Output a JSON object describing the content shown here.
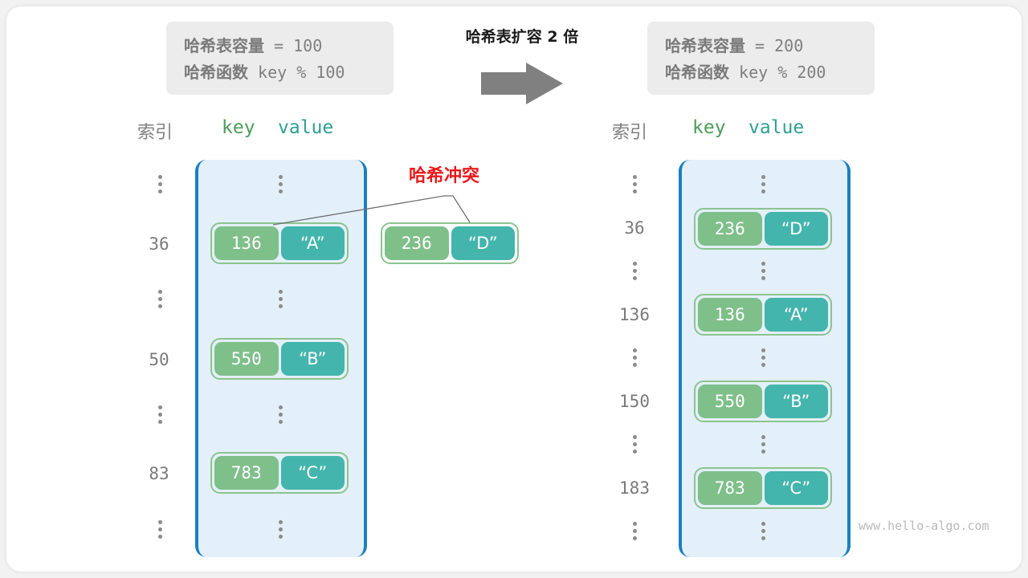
{
  "title": "哈希表扩容 2 倍",
  "arrow_icon": "right-arrow-icon",
  "colors": {
    "key_box": "#7fbf8a",
    "value_box": "#43b5ad",
    "pair_border": "#8bc48f",
    "table_bracket": "#1c7fc0",
    "table_fill": "#e3f0fa",
    "collision_red": "#e8191b",
    "infobox_bg": "#ececec",
    "index_text": "#7a7a7a",
    "key_header": "#4c9c59",
    "value_header": "#2f9e94"
  },
  "left": {
    "info": {
      "line1_label": "哈希表容量",
      "line1_value": " = 100",
      "line2_label": "哈希函数",
      "line2_value": " key % 100"
    },
    "header": {
      "index": "索引",
      "key": "key",
      "value": "value"
    },
    "rows": [
      {
        "kind": "dots",
        "index": ""
      },
      {
        "kind": "pair",
        "index": "36",
        "key": "136",
        "value": "“A”"
      },
      {
        "kind": "dots",
        "index": ""
      },
      {
        "kind": "pair",
        "index": "50",
        "key": "550",
        "value": "“B”"
      },
      {
        "kind": "dots",
        "index": ""
      },
      {
        "kind": "pair",
        "index": "83",
        "key": "783",
        "value": "“C”"
      },
      {
        "kind": "dots",
        "index": ""
      }
    ]
  },
  "right": {
    "info": {
      "line1_label": "哈希表容量",
      "line1_value": " = 200",
      "line2_label": "哈希函数",
      "line2_value": " key % 200"
    },
    "header": {
      "index": "索引",
      "key": "key",
      "value": "value"
    },
    "rows": [
      {
        "kind": "dots",
        "index": ""
      },
      {
        "kind": "pair",
        "index": "36",
        "key": "236",
        "value": "“D”"
      },
      {
        "kind": "dots",
        "index": ""
      },
      {
        "kind": "pair",
        "index": "136",
        "key": "136",
        "value": "“A”"
      },
      {
        "kind": "dots",
        "index": ""
      },
      {
        "kind": "pair",
        "index": "150",
        "key": "550",
        "value": "“B”"
      },
      {
        "kind": "dots",
        "index": ""
      },
      {
        "kind": "pair",
        "index": "183",
        "key": "783",
        "value": "“C”"
      },
      {
        "kind": "dots",
        "index": ""
      }
    ]
  },
  "collision": {
    "label": "哈希冲突",
    "overflow_pair": {
      "key": "236",
      "value": "“D”"
    }
  },
  "watermark": "www.hello-algo.com"
}
